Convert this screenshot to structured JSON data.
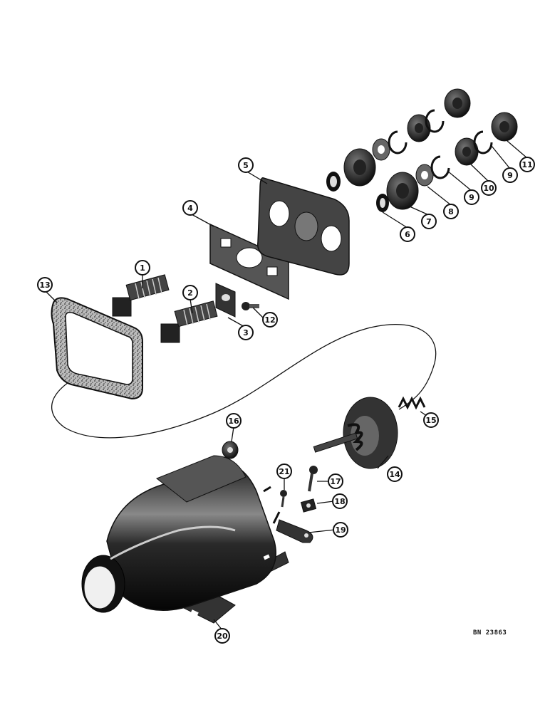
{
  "diagram": {
    "reference_code": "BN 23863",
    "callouts": [
      {
        "id": "c1",
        "label": "1"
      },
      {
        "id": "c2",
        "label": "2"
      },
      {
        "id": "c3",
        "label": "3"
      },
      {
        "id": "c4",
        "label": "4"
      },
      {
        "id": "c5",
        "label": "5"
      },
      {
        "id": "c6",
        "label": "6"
      },
      {
        "id": "c7",
        "label": "7"
      },
      {
        "id": "c8",
        "label": "8"
      },
      {
        "id": "c9a",
        "label": "9"
      },
      {
        "id": "c9b",
        "label": "9"
      },
      {
        "id": "c10",
        "label": "10"
      },
      {
        "id": "c11",
        "label": "11"
      },
      {
        "id": "c12",
        "label": "12"
      },
      {
        "id": "c13",
        "label": "13"
      },
      {
        "id": "c14",
        "label": "14"
      },
      {
        "id": "c15",
        "label": "15"
      },
      {
        "id": "c16",
        "label": "16"
      },
      {
        "id": "c17",
        "label": "17"
      },
      {
        "id": "c18",
        "label": "18"
      },
      {
        "id": "c19",
        "label": "19"
      },
      {
        "id": "c20",
        "label": "20"
      },
      {
        "id": "c21",
        "label": "21"
      }
    ]
  }
}
